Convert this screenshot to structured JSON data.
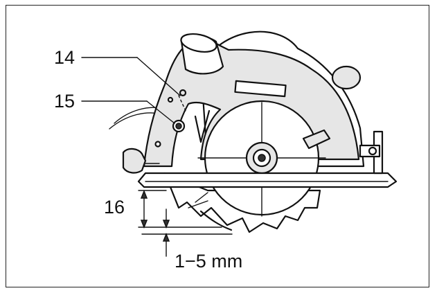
{
  "diagram": {
    "callouts": [
      {
        "number": "14",
        "target": "blade-guard-lever"
      },
      {
        "number": "15",
        "target": "depth-lock-screw"
      },
      {
        "number": "16",
        "target": "cutting-depth"
      }
    ],
    "protrusion_label": "1−5 mm"
  },
  "colors": {
    "line": "#111111",
    "housing_fill": "#e6e6e6"
  }
}
